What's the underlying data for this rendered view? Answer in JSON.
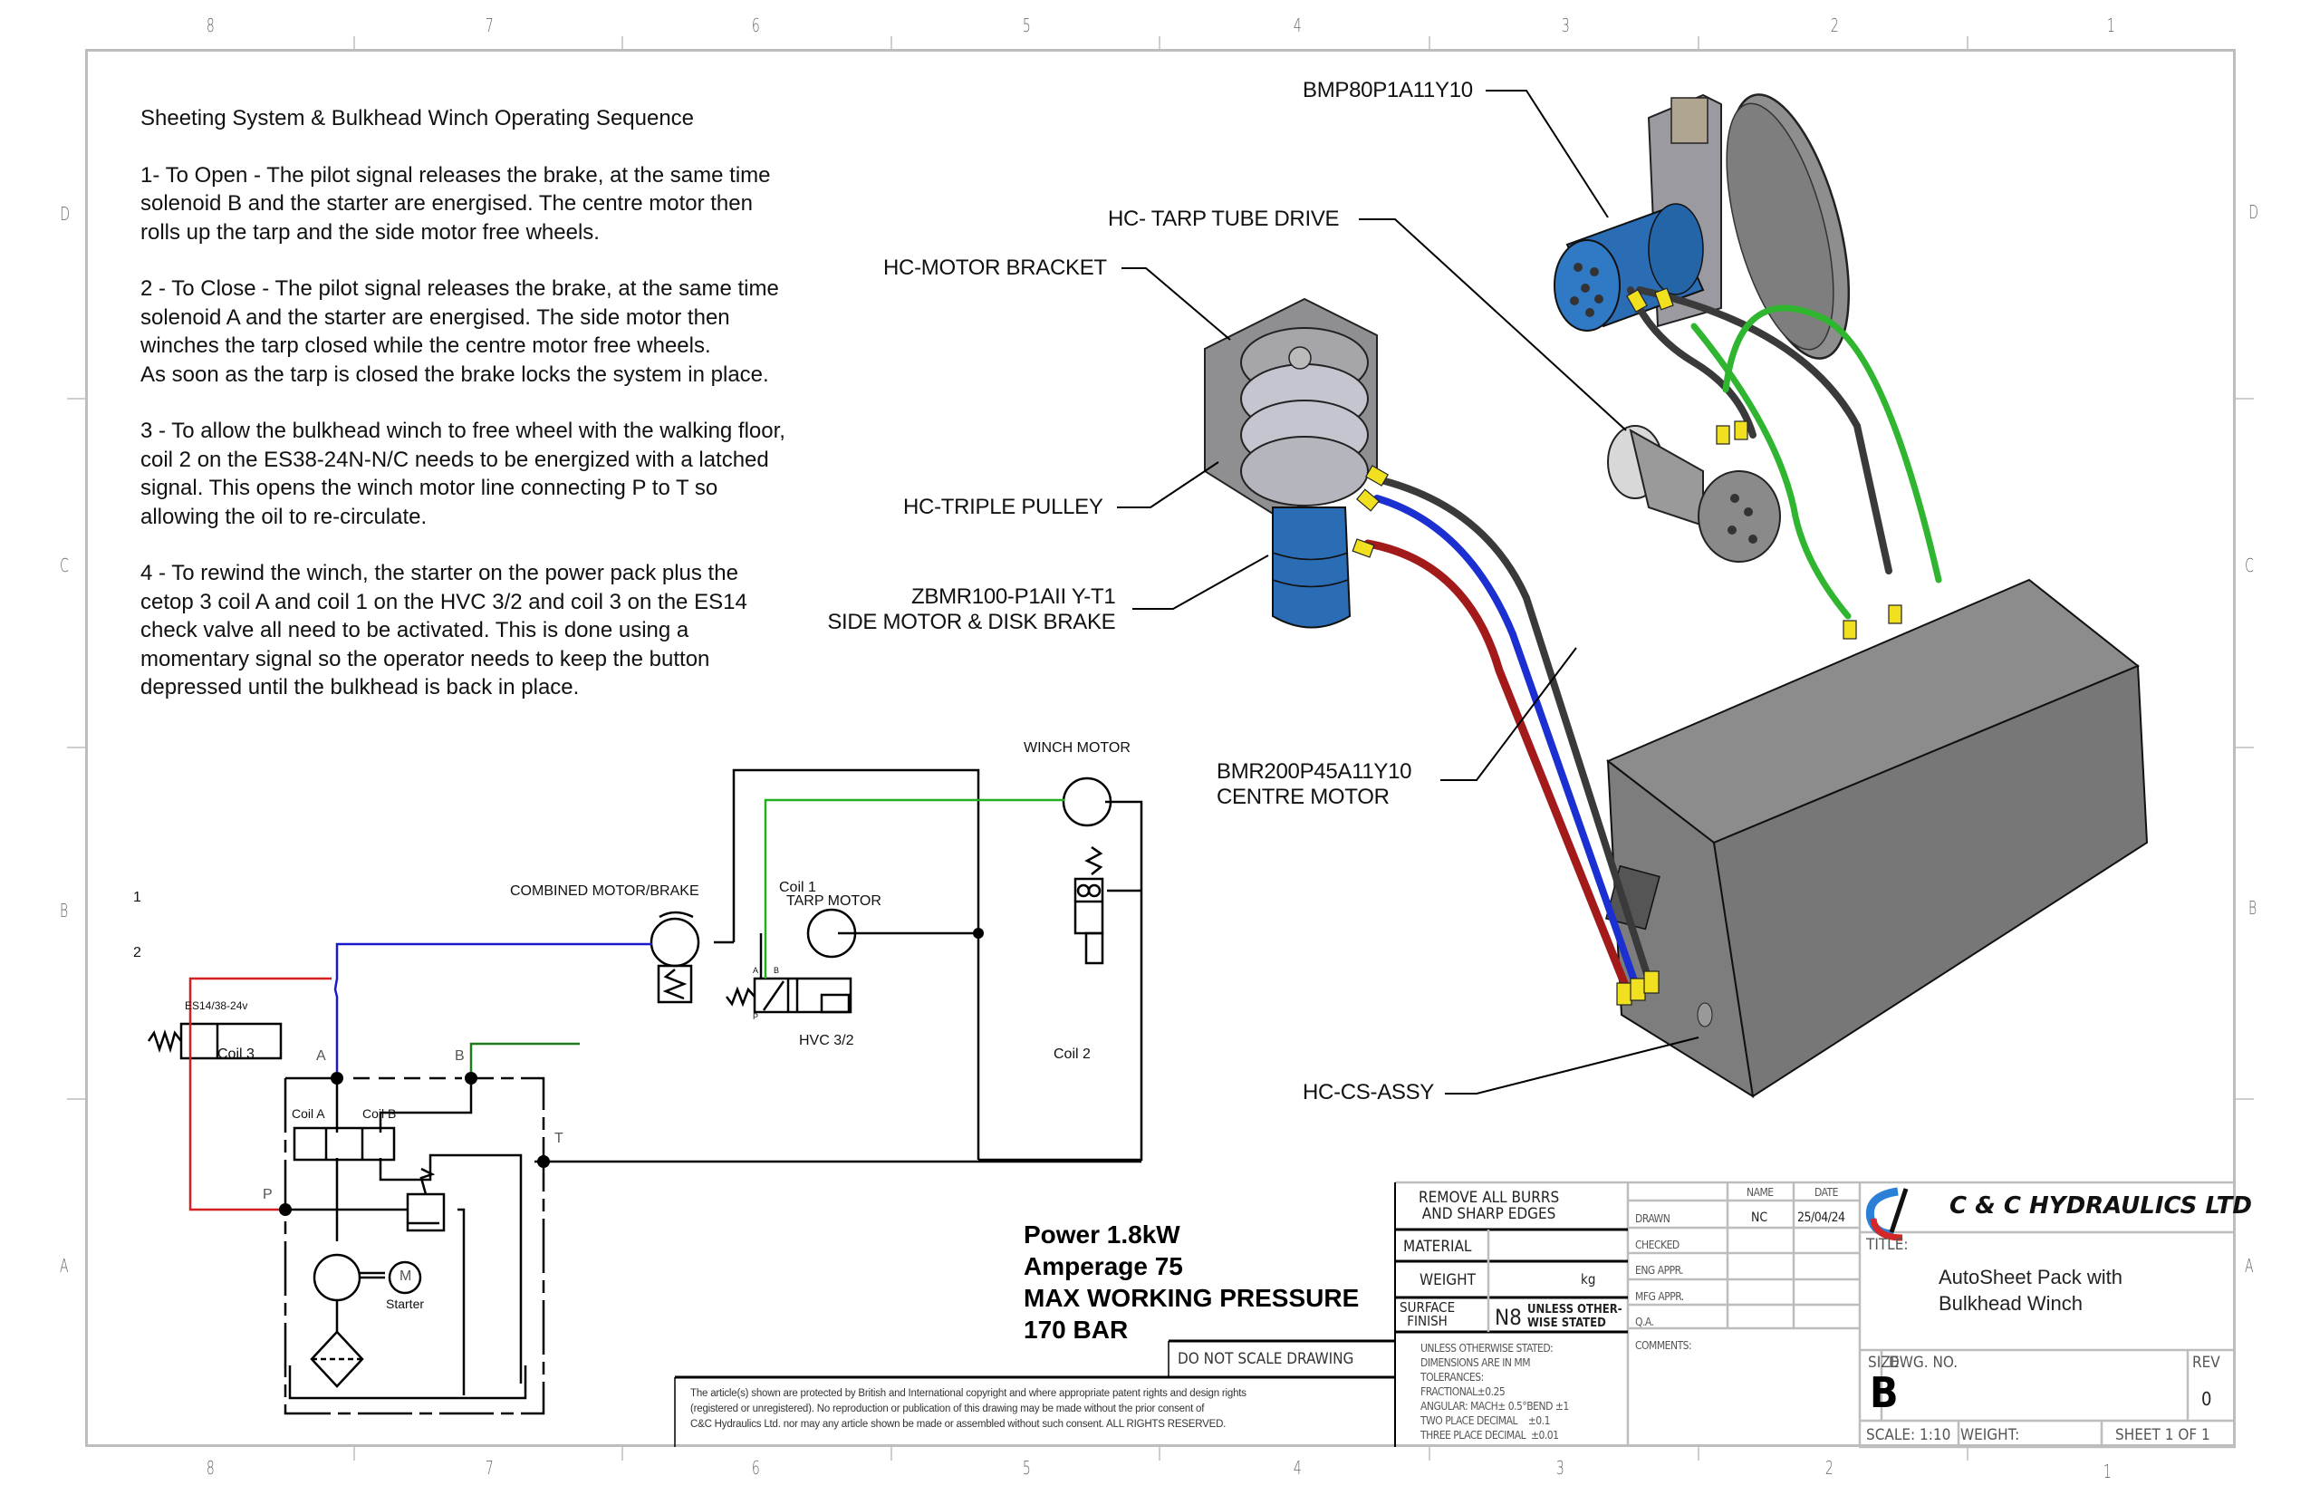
{
  "border": {
    "column_zones_top": [
      "8",
      "7",
      "6",
      "5",
      "4",
      "3",
      "2",
      "1"
    ],
    "column_zones_bottom": [
      "8",
      "7",
      "6",
      "5",
      "4",
      "3",
      "2",
      "1"
    ],
    "row_zones_left": [
      "D",
      "C",
      "B",
      "A"
    ],
    "row_zones_right": [
      "D",
      "C",
      "B",
      "A"
    ]
  },
  "sequence": {
    "heading": "Sheeting System & Bulkhead Winch Operating Sequence",
    "steps": [
      [
        "1- To Open - The pilot signal releases the brake, at the same time",
        "solenoid B and the starter are energised. The centre motor then",
        "rolls up the tarp and the side motor free wheels."
      ],
      [
        "2 - To Close - The pilot signal releases the brake, at the same time",
        "solenoid A and the starter are energised. The side motor then",
        "winches the tarp closed while the centre motor free wheels.",
        "As soon as the tarp is closed the brake locks the system in place."
      ],
      [
        "3 - To allow the bulkhead winch to free wheel with the walking floor,",
        "coil 2 on the ES38-24N-N/C needs to be energized with a latched",
        "signal. This opens the winch motor line connecting P to T so",
        "allowing the oil to re-circulate."
      ],
      [
        "4 - To rewind the winch, the starter on the power pack plus the",
        "cetop 3 coil A and coil 1 on the HVC 3/2 and coil 3 on the ES14",
        "check valve all need to be activated. This is done using a",
        "momentary signal so the operator needs to keep the button",
        "depressed until the bulkhead is back in place."
      ]
    ]
  },
  "callouts": {
    "bmp80": "BMP80P1A11Y10",
    "tarp_tube_drive": "HC- TARP TUBE DRIVE",
    "motor_bracket": "HC-MOTOR BRACKET",
    "triple_pulley": "HC-TRIPLE PULLEY",
    "side_motor_line1": "ZBMR100-P1AII Y-T1",
    "side_motor_line2": "SIDE MOTOR & DISK BRAKE",
    "centre_motor_line1": "BMR200P45A11Y10",
    "centre_motor_line2": "CENTRE MOTOR",
    "cs_assy": "HC-CS-ASSY"
  },
  "schematic": {
    "row1": "1",
    "row2": "2",
    "combined_motor_brake": "COMBINED MOTOR/BRAKE",
    "winch_motor": "WINCH MOTOR",
    "coil1": "Coil 1",
    "tarp_motor": "TARP MOTOR",
    "hvc": "HVC 3/2",
    "coil2": "Coil 2",
    "es14": "ES14/38-24v",
    "coil3": "Coil 3",
    "coilA": "Coil A",
    "coilB": "Coil B",
    "port_A": "A",
    "port_B": "B",
    "port_P": "P",
    "port_T": "T",
    "hvc_port_A": "A",
    "hvc_port_B": "B",
    "hvc_port_P": "P",
    "motor_M": "M",
    "starter": "Starter",
    "line_colors": {
      "pressure": "#d42020",
      "a_line": "#1a1acc",
      "b_line": "#1e7a1e",
      "winch_line": "#22b022",
      "tank": "#000000"
    }
  },
  "specs": {
    "power": "Power 1.8kW",
    "amperage": "Amperage 75",
    "pressure_label": "MAX WORKING PRESSURE",
    "pressure_value": "170 BAR"
  },
  "notes": {
    "do_not_scale": "DO NOT SCALE DRAWING",
    "copyright": [
      "The article(s) shown are protected by British and International copyright and where appropriate patent rights and design rights",
      "(registered or unregistered). No reproduction or publication of this drawing may be made without the prior consent of",
      "C&C Hydraulics Ltd. nor may any article shown be made or assembled without such consent. ALL RIGHTS RESERVED."
    ]
  },
  "title_block": {
    "remove_burrs": [
      "REMOVE ALL BURRS",
      "AND SHARP EDGES"
    ],
    "material_label": "MATERIAL",
    "material_value": "",
    "weight_label": "WEIGHT",
    "weight_unit": "kg",
    "surface_label": [
      "SURFACE",
      "FINISH"
    ],
    "surface_value": "N8",
    "surface_note": [
      "UNLESS OTHER-",
      "WISE STATED"
    ],
    "tolerances": [
      "UNLESS OTHERWISE STATED:",
      "DIMENSIONS ARE IN MM",
      "TOLERANCES:",
      "FRACTIONAL±0.25",
      "ANGULAR: MACH± 0.5°BEND ±1",
      "TWO PLACE DECIMAL    ±0.1",
      "THREE PLACE DECIMAL  ±0.01"
    ],
    "col_name": "NAME",
    "col_date": "DATE",
    "rows": [
      {
        "label": "DRAWN",
        "name": "NC",
        "date": "25/04/24"
      },
      {
        "label": "CHECKED",
        "name": "",
        "date": ""
      },
      {
        "label": "ENG APPR.",
        "name": "",
        "date": ""
      },
      {
        "label": "MFG APPR.",
        "name": "",
        "date": ""
      },
      {
        "label": "Q.A.",
        "name": "",
        "date": ""
      }
    ],
    "comments_label": "COMMENTS:",
    "company": "C & C HYDRAULICS LTD",
    "title_label": "TITLE:",
    "title_lines": [
      "AutoSheet Pack with",
      "Bulkhead Winch"
    ],
    "size_label": "SIZE",
    "size_value": "B",
    "dwg_no_label": "DWG.  NO.",
    "dwg_no_value": "",
    "rev_label": "REV",
    "rev_value": "0",
    "scale": "SCALE: 1:10",
    "weight2": "WEIGHT:",
    "sheet": "SHEET 1 OF 1",
    "logo_colors": {
      "blue": "#2a7fd6",
      "red": "#d42828",
      "black": "#111111"
    }
  },
  "render_colors": {
    "motor_blue": "#2a6db5",
    "steel_grey": "#8c8c8c",
    "hose_red": "#a31a1a",
    "hose_blue": "#1c2fd0",
    "hose_black": "#3a3a3a",
    "hose_green": "#2fb52f",
    "fitting_yellow": "#f0e020"
  }
}
